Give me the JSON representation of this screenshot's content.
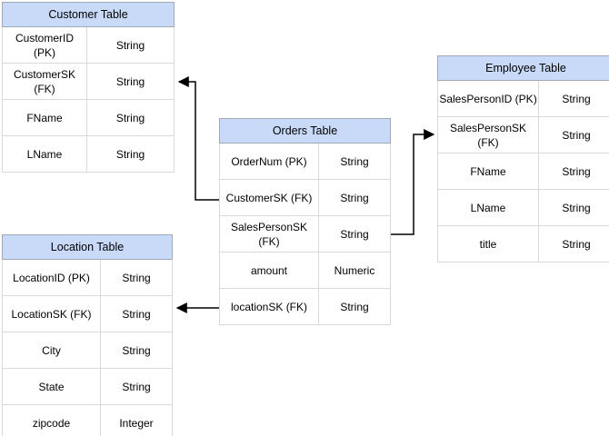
{
  "diagram": {
    "type": "entity-relationship",
    "background_color": "#ffffff",
    "header_fill_color": "#c9daf8",
    "header_border_color": "#a2a9b6",
    "cell_border_color": "#d9d9d9",
    "arrow_color": "#000000",
    "text_color": "#000000"
  },
  "tables": [
    {
      "id": "customer",
      "title": "Customer Table",
      "rows": [
        [
          "CustomerID (PK)",
          "String"
        ],
        [
          "CustomerSK (FK)",
          "String"
        ],
        [
          "FName",
          "String"
        ],
        [
          "LName",
          "String"
        ]
      ]
    },
    {
      "id": "orders",
      "title": "Orders Table",
      "rows": [
        [
          "OrderNum (PK)",
          "String"
        ],
        [
          "CustomerSK (FK)",
          "String"
        ],
        [
          "SalesPersonSK (FK)",
          "String"
        ],
        [
          "amount",
          "Numeric"
        ],
        [
          "locationSK (FK)",
          "String"
        ]
      ]
    },
    {
      "id": "employee",
      "title": "Employee Table",
      "rows": [
        [
          "SalesPersonID (PK)",
          "String"
        ],
        [
          "SalesPersonSK (FK)",
          "String"
        ],
        [
          "FName",
          "String"
        ],
        [
          "LName",
          "String"
        ],
        [
          "title",
          "String"
        ]
      ]
    },
    {
      "id": "location",
      "title": "Location Table",
      "rows": [
        [
          "LocationID (PK)",
          "String"
        ],
        [
          "LocationSK (FK)",
          "String"
        ],
        [
          "City",
          "String"
        ],
        [
          "State",
          "String"
        ],
        [
          "zipcode",
          "Integer"
        ]
      ]
    }
  ],
  "relationships": [
    {
      "from_table": "Orders Table",
      "from_field": "CustomerSK (FK)",
      "to_table": "Customer Table",
      "to_field": "CustomerSK (FK)"
    },
    {
      "from_table": "Orders Table",
      "from_field": "SalesPersonSK (FK)",
      "to_table": "Employee Table",
      "to_field": "SalesPersonSK (FK)"
    },
    {
      "from_table": "Orders Table",
      "from_field": "locationSK (FK)",
      "to_table": "Location Table",
      "to_field": "LocationSK (FK)"
    }
  ]
}
